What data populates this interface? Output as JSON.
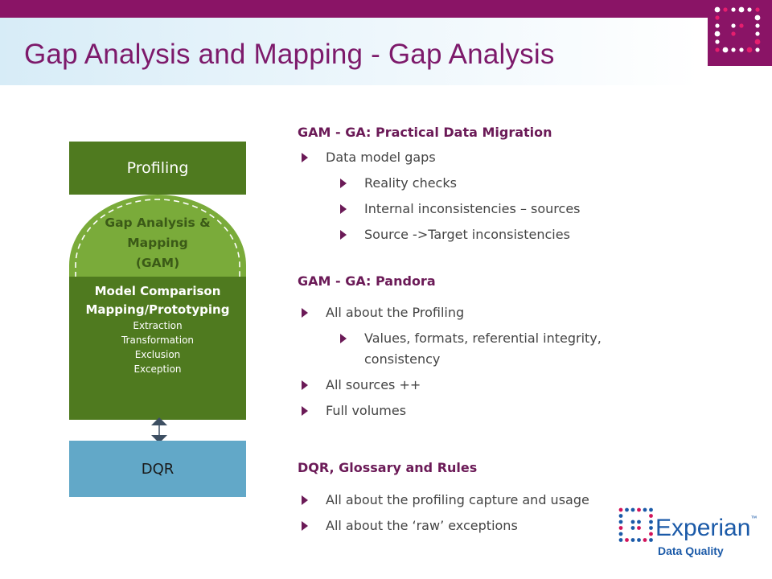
{
  "slide": {
    "title": "Gap Analysis and Mapping - Gap Analysis"
  },
  "diagram": {
    "profiling": "Profiling",
    "gam_lines": [
      "Gap Analysis &",
      "Mapping",
      "(GAM)"
    ],
    "model_title_1": "Model Comparison",
    "model_title_2": "Mapping/Prototyping",
    "model_items": [
      "Extraction",
      "Transformation",
      "Exclusion",
      "Exception"
    ],
    "dqr": "DQR"
  },
  "sections": [
    {
      "title": "GAM - GA: Practical Data Migration",
      "bullets": [
        {
          "text": "Data model gaps",
          "level": 1
        },
        {
          "text": "Reality checks",
          "level": 2
        },
        {
          "text": "Internal inconsistencies – sources",
          "level": 2
        },
        {
          "text": "Source ->Target inconsistencies",
          "level": 2
        }
      ]
    },
    {
      "title": "GAM - GA: Pandora",
      "bullets": [
        {
          "text": "All about the Profiling",
          "level": 1
        },
        {
          "text": "Values, formats, referential integrity,",
          "level": 2
        },
        {
          "text": "consistency",
          "level": 2,
          "continuation": true
        },
        {
          "text": "All sources ++",
          "level": 1
        },
        {
          "text": "Full volumes",
          "level": 1
        }
      ]
    },
    {
      "title": "DQR, Glossary and Rules",
      "bullets": [
        {
          "text": "All about the profiling capture and usage",
          "level": 1
        },
        {
          "text": "All about the ‘raw’ exceptions",
          "level": 1
        }
      ]
    }
  ],
  "brand": {
    "name": "Experian",
    "trademark": "™",
    "tagline": "Data Quality"
  },
  "colors": {
    "brand_purple": "#8a1466",
    "title_purple": "#7d1a6b",
    "dark_green": "#4f7a1f",
    "light_green": "#7aab3a",
    "blue": "#62a8c8",
    "experian_blue": "#1b5aa8",
    "experian_pink": "#d2145a"
  }
}
